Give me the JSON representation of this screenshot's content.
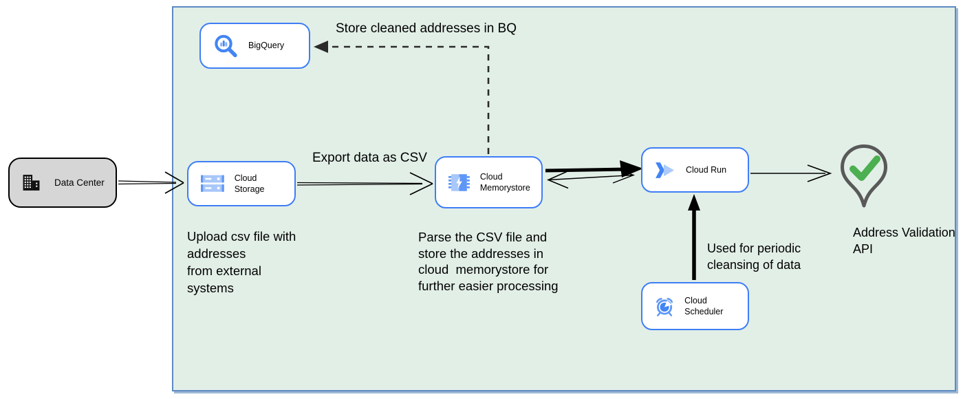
{
  "colors": {
    "accent_blue": "#4285f4",
    "blue_medium": "#5e97f6",
    "blue_light": "#a8c7fa",
    "node_border": "#3e7df6",
    "container_fill": "#e2efe7",
    "container_border": "#5d89c4",
    "datacenter_fill": "#d6d6d6",
    "pin_outline": "#595959",
    "check_green": "#4caf50",
    "arrow_color": "#000000"
  },
  "nodes": {
    "data_center": {
      "label": "Data Center",
      "icon": "data-center-icon"
    },
    "bigquery": {
      "label": "BigQuery",
      "icon": "bigquery-icon"
    },
    "cloud_storage": {
      "label": "Cloud Storage",
      "icon": "cloud-storage-icon"
    },
    "cloud_memorystore": {
      "label": "Cloud Memorystore",
      "icon": "cloud-memorystore-icon"
    },
    "cloud_run": {
      "label": "Cloud Run",
      "icon": "cloud-run-icon"
    },
    "cloud_scheduler": {
      "label": "Cloud Scheduler",
      "icon": "cloud-scheduler-icon"
    },
    "address_validation_api": {
      "label_lines": [
        "Address Validation",
        "API"
      ],
      "icon": "map-pin-check-icon"
    }
  },
  "annotations": {
    "store_bq": "Store cleaned addresses in BQ",
    "export_csv": "Export data as CSV",
    "upload_lines": [
      "Upload csv file with",
      "addresses",
      "from external",
      "systems"
    ],
    "parse_lines": [
      "Parse the CSV file and",
      "store the addresses in",
      "cloud  memorystore for",
      "further easier processing"
    ],
    "periodic_lines": [
      "Used for periodic",
      "cleansing of data"
    ]
  }
}
